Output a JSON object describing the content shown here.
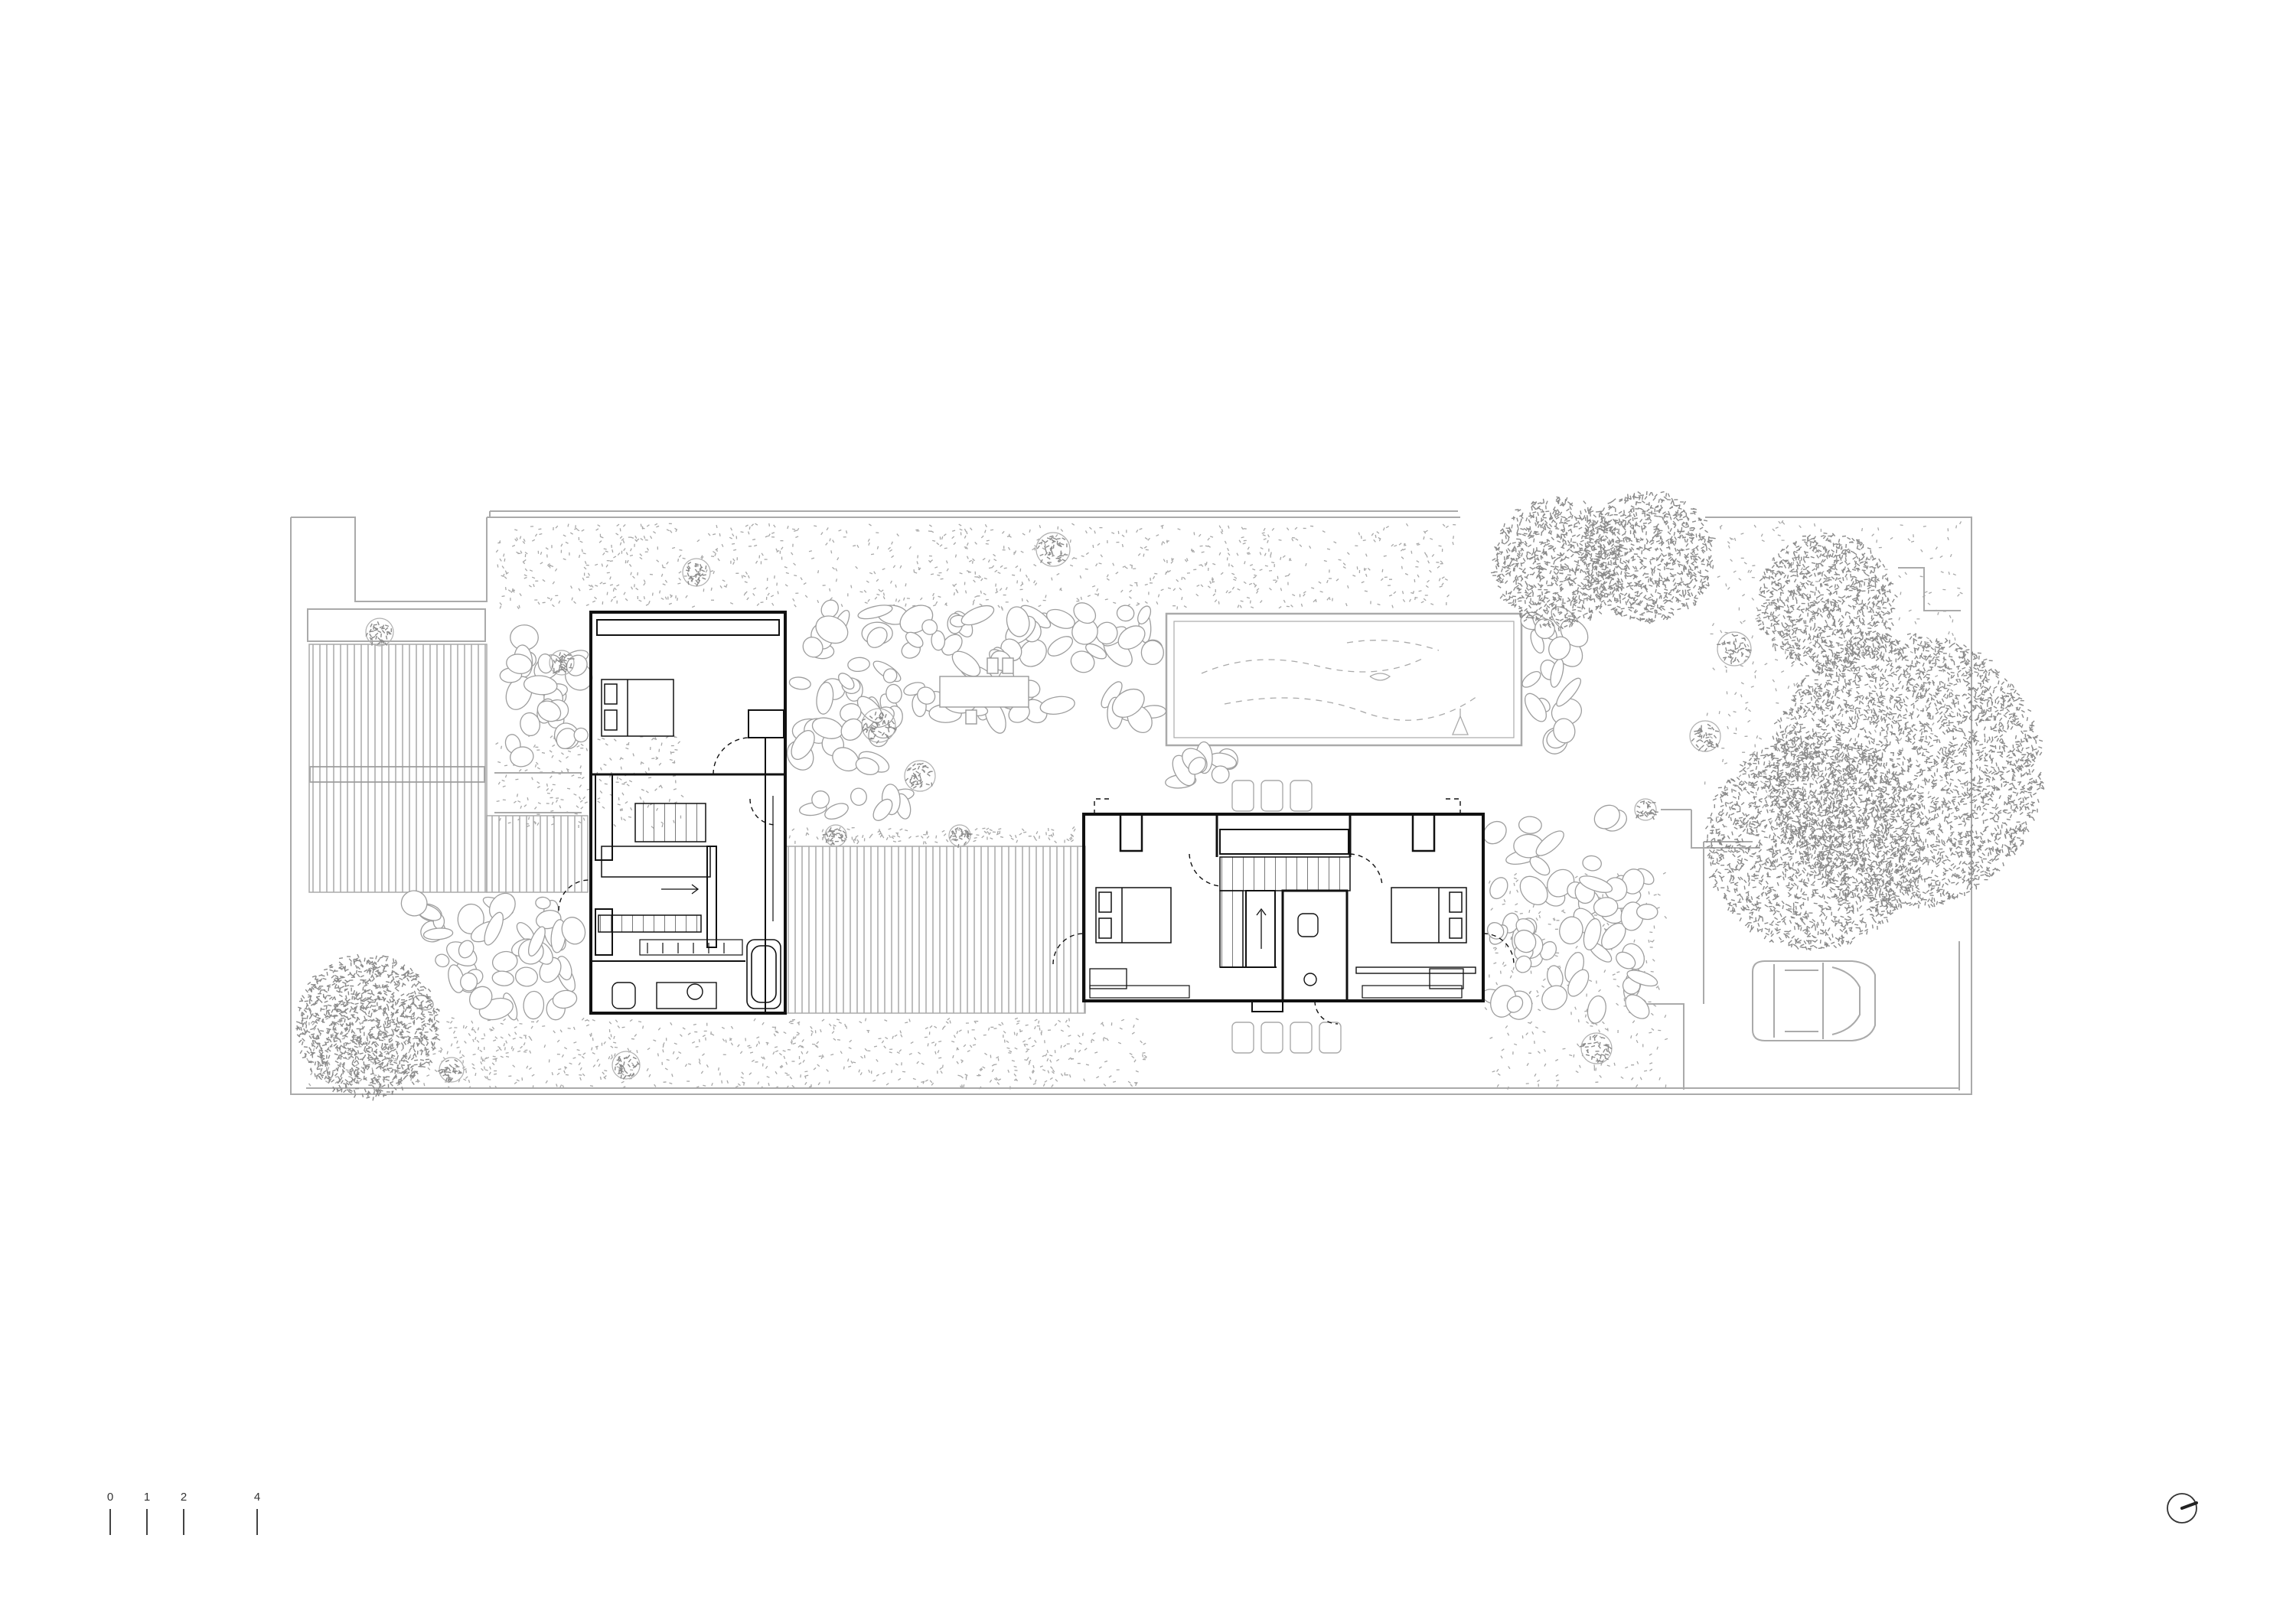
{
  "scale_bar": {
    "labels": [
      "0",
      "1",
      "2",
      "4"
    ]
  },
  "north_arrow": {
    "icon": "north-arrow-icon"
  },
  "drawing": {
    "colors": {
      "wall": "#111111",
      "context": "#aaaaaa",
      "hatch": "#9a9a9a",
      "vegetation": "#8a8a8a",
      "stone": "#9e9e9e"
    },
    "icons": [
      "tree-canopy-icon",
      "car-icon",
      "pool-icon",
      "stair-icon",
      "bed-icon",
      "bathtub-icon",
      "toilet-icon",
      "dining-table-icon"
    ]
  }
}
